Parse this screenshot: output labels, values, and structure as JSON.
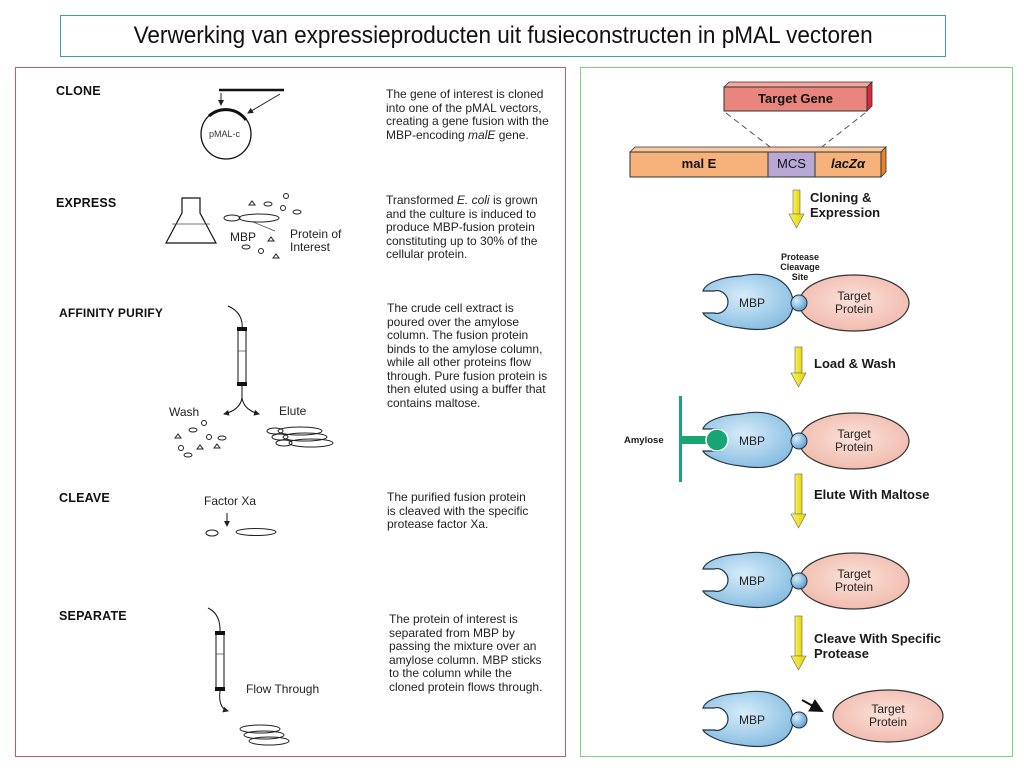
{
  "title": "Verwerking van expressieproducten uit fusieconstructen in pMAL vectoren",
  "left_panel": {
    "steps": [
      {
        "label": "CLONE",
        "description": "The gene of interest is cloned into one of the pMAL vectors, creating a gene fusion with the MBP-encoding malE gene.",
        "description_parts": [
          "The gene of interest is cloned into one of the pMAL vectors, creating a gene fusion with the MBP-encoding ",
          "malE",
          " gene."
        ],
        "figure_labels": {
          "plasmid": "pMAL-c"
        }
      },
      {
        "label": "EXPRESS",
        "description_parts": [
          "Transformed ",
          "E. coli",
          " is grown and the culture is induced to produce MBP-fusion protein constituting up to 30% of the cellular protein."
        ],
        "figure_labels": {
          "mbp": "MBP",
          "protein": "Protein of Interest"
        }
      },
      {
        "label": "AFFINITY PURIFY",
        "description": "The crude cell extract is poured over the amylose column. The fusion protein binds to the amylose column, while all other proteins flow through. Pure fusion protein is then eluted using a buffer that contains maltose.",
        "figure_labels": {
          "wash": "Wash",
          "elute": "Elute"
        }
      },
      {
        "label": "CLEAVE",
        "description": "The purified fusion protein is cleaved with the specific protease factor Xa.",
        "figure_labels": {
          "protease": "Factor Xa"
        }
      },
      {
        "label": "SEPARATE",
        "description": "The  protein of interest is separated from MBP by passing the mixture over an amylose column. MBP sticks to the column while the cloned protein flows through.",
        "figure_labels": {
          "flow": "Flow Through"
        }
      }
    ]
  },
  "right_panel": {
    "target_gene": "Target Gene",
    "construct": {
      "male": "mal E",
      "mcs": "MCS",
      "lacz": "lacZα"
    },
    "steps": [
      {
        "arrow_label": "Cloning & Expression"
      },
      {
        "arrow_label": "Load & Wash"
      },
      {
        "arrow_label": "Elute With Maltose"
      },
      {
        "arrow_label": "Cleave With Specific Protease"
      }
    ],
    "protease_site_label": "Protease Cleavage Site",
    "amylose_label": "Amylose",
    "mbp_label": "MBP",
    "target_protein_label": "Target Protein",
    "colors": {
      "target_gene": "#e8857c",
      "male": "#f6b27a",
      "mcs": "#b7a8d6",
      "mbp": "#8fc3e6",
      "target_protein": "#f2c2b6",
      "amylose": "#17a673",
      "arrow": "#f0e81a"
    }
  }
}
